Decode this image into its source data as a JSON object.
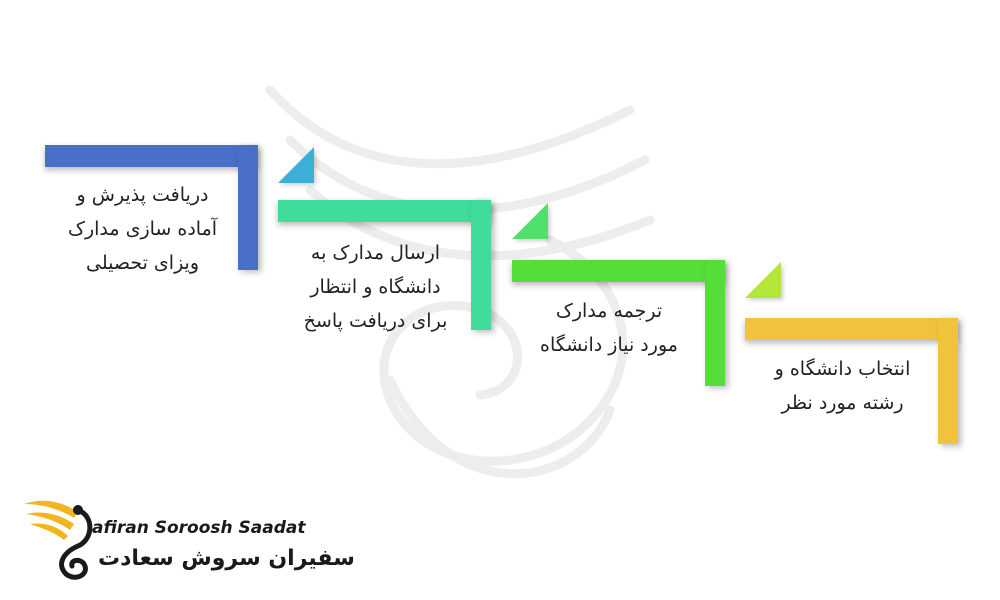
{
  "steps": [
    {
      "id": "step-1",
      "color": "#4a6fc8",
      "lines": [
        "دریافت پذیرش و",
        "آماده سازی مدارک",
        "ویزای تحصیلی"
      ]
    },
    {
      "id": "step-2",
      "color": "#3fdc9c",
      "lines": [
        "ارسال مدارک به",
        "دانشگاه و انتظار",
        "برای دریافت پاسخ"
      ]
    },
    {
      "id": "step-3",
      "color": "#55dd3a",
      "lines": [
        "ترجمه مدارک",
        "مورد نیاز دانشگاه"
      ]
    },
    {
      "id": "step-4",
      "color": "#f1c23c",
      "lines": [
        "انتخاب دانشگاه و",
        "رشته مورد نظر"
      ]
    }
  ],
  "arrow_colors": [
    "#3ab0d9",
    "#4fe06a",
    "#b4e63a"
  ],
  "logo": {
    "en": "afiran Soroosh Saadat",
    "fa": "سفیران سروش سعادت",
    "gold": "#f2b51e"
  }
}
